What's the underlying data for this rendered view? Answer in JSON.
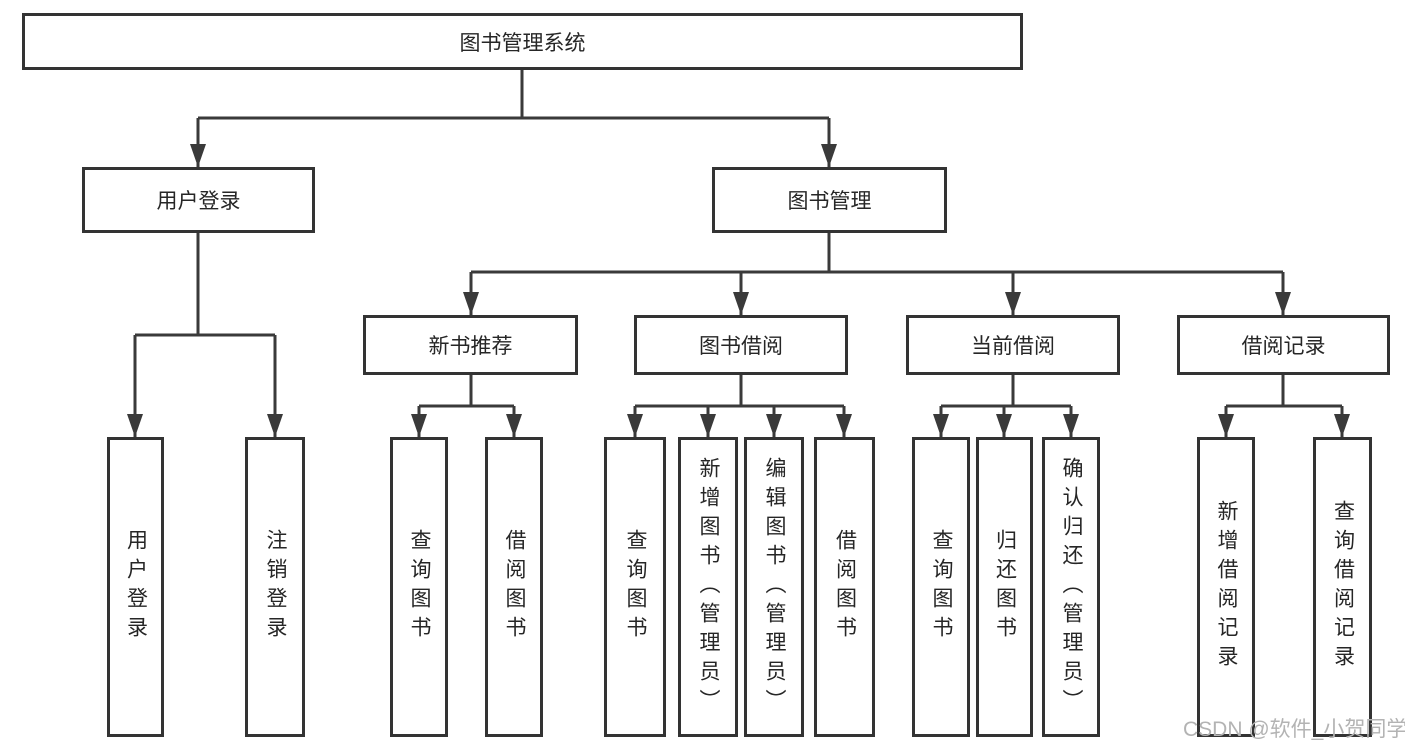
{
  "diagram": {
    "root": {
      "label": "图书管理系统",
      "children": [
        {
          "label": "用户登录",
          "children": [
            {
              "label": "用户登录"
            },
            {
              "label": "注销登录"
            }
          ]
        },
        {
          "label": "图书管理",
          "children": [
            {
              "label": "新书推荐",
              "children": [
                {
                  "label": "查询图书"
                },
                {
                  "label": "借阅图书"
                }
              ]
            },
            {
              "label": "图书借阅",
              "children": [
                {
                  "label": "查询图书"
                },
                {
                  "label": "新增图书（管理员）"
                },
                {
                  "label": "编辑图书（管理员）"
                },
                {
                  "label": "借阅图书"
                }
              ]
            },
            {
              "label": "当前借阅",
              "children": [
                {
                  "label": "查询图书"
                },
                {
                  "label": "归还图书"
                },
                {
                  "label": "确认归还（管理员）"
                }
              ]
            },
            {
              "label": "借阅记录",
              "children": [
                {
                  "label": "新增借阅记录"
                },
                {
                  "label": "查询借阅记录"
                }
              ]
            }
          ]
        }
      ]
    },
    "watermark": "CSDN @软件_小贺同学",
    "colors": {
      "line": "#3a3a3a",
      "box_border": "#333333",
      "box_fill": "#ffffff",
      "text": "#262626",
      "watermark": "#b3b3b3",
      "background": "#ffffff"
    }
  }
}
